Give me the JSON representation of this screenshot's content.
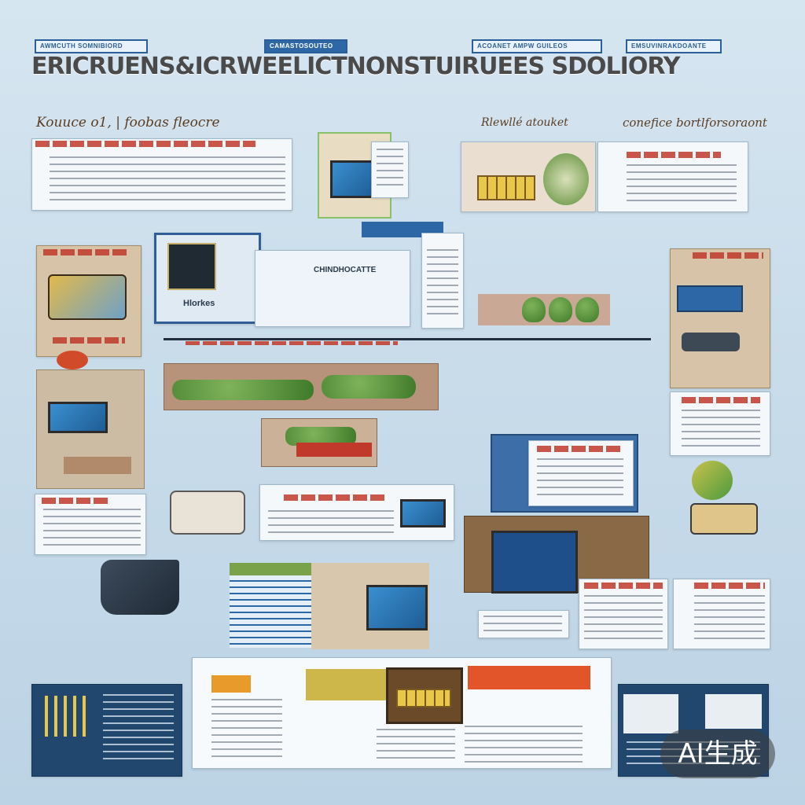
{
  "header": {
    "tags": [
      "AWMCUTH SOMNIBIORD",
      "CAMASTOSOUTEO",
      "ACOANET AMPW GUILEOS",
      "EMSUVINRAKDOANTE"
    ],
    "title": "ERICRUENS&ICRWEELICTNONSTUIRUEES SDOLIORY"
  },
  "subheads": {
    "left": "Kouuce o1, | foobas fleocre",
    "middle": "Rlewllé atouket",
    "right": "conefice bortlforsoraont"
  },
  "boxes": {
    "center_title": "CHINDHOCATTE",
    "left_label": "Hlorkes"
  },
  "colors": {
    "background": "#c9dcea",
    "accent_blue": "#2e67a6",
    "accent_red": "#c0392b",
    "title_gray": "#4a4a4a"
  },
  "badge": {
    "text": "AI生成"
  }
}
